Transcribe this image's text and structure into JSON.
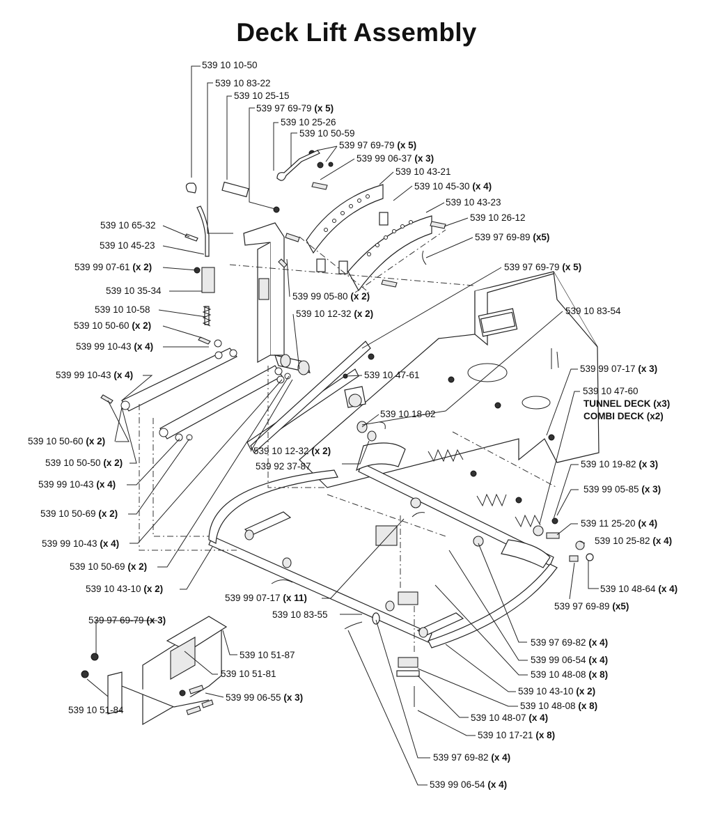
{
  "title": "Deck Lift Assembly",
  "callouts": [
    {
      "id": "c01",
      "part": "539 10 10-50",
      "qty": ""
    },
    {
      "id": "c02",
      "part": "539 10 83-22",
      "qty": ""
    },
    {
      "id": "c03",
      "part": "539 10 25-15",
      "qty": ""
    },
    {
      "id": "c04",
      "part": "539 97 69-79",
      "qty": "(x 5)"
    },
    {
      "id": "c05",
      "part": "539 10 25-26",
      "qty": ""
    },
    {
      "id": "c06",
      "part": "539 10 50-59",
      "qty": ""
    },
    {
      "id": "c07",
      "part": "539 97 69-79",
      "qty": "(x 5)"
    },
    {
      "id": "c08",
      "part": "539 99 06-37",
      "qty": "(x 3)"
    },
    {
      "id": "c09",
      "part": "539 10 43-21",
      "qty": ""
    },
    {
      "id": "c10",
      "part": "539 10 45-30",
      "qty": "(x 4)"
    },
    {
      "id": "c11",
      "part": "539 10 43-23",
      "qty": ""
    },
    {
      "id": "c12",
      "part": "539 10 26-12",
      "qty": ""
    },
    {
      "id": "c13",
      "part": "539 97 69-89",
      "qty": "(x5)"
    },
    {
      "id": "c14",
      "part": "539 10 65-32",
      "qty": ""
    },
    {
      "id": "c15",
      "part": "539 10 45-23",
      "qty": ""
    },
    {
      "id": "c16",
      "part": "539 99 07-61",
      "qty": "(x 2)"
    },
    {
      "id": "c17",
      "part": "539 10 35-34",
      "qty": ""
    },
    {
      "id": "c18",
      "part": "539 99 05-80",
      "qty": "(x 2)"
    },
    {
      "id": "c19",
      "part": "539 97 69-79",
      "qty": "(x 5)"
    },
    {
      "id": "c20",
      "part": "539 10 10-58",
      "qty": ""
    },
    {
      "id": "c21",
      "part": "539 10 12-32",
      "qty": "(x 2)"
    },
    {
      "id": "c22",
      "part": "539 10 83-54",
      "qty": ""
    },
    {
      "id": "c23",
      "part": "539 10 50-60",
      "qty": "(x 2)"
    },
    {
      "id": "c24",
      "part": "539 99 10-43",
      "qty": "(x 4)"
    },
    {
      "id": "c25",
      "part": "539 99 07-17",
      "qty": "(x 3)"
    },
    {
      "id": "c26",
      "part": "539 99 10-43",
      "qty": "(x 4)"
    },
    {
      "id": "c27",
      "part": "539 10 47-61",
      "qty": ""
    },
    {
      "id": "c28",
      "part": "539 10 47-60",
      "qty": ""
    },
    {
      "id": "c29",
      "part": "539 10 18-02",
      "qty": ""
    },
    {
      "id": "c30",
      "part": "539 10 50-60",
      "qty": "(x 2)"
    },
    {
      "id": "c31",
      "part": "539 10 12-32",
      "qty": "(x 2)"
    },
    {
      "id": "c32",
      "part": "539 10 50-50",
      "qty": "(x 2)"
    },
    {
      "id": "c33",
      "part": "539 92 37-87",
      "qty": ""
    },
    {
      "id": "c34",
      "part": "539 10 19-82",
      "qty": "(x 3)"
    },
    {
      "id": "c35",
      "part": "539 99 10-43",
      "qty": "(x 4)"
    },
    {
      "id": "c36",
      "part": "539 99 05-85",
      "qty": "(x 3)"
    },
    {
      "id": "c37",
      "part": "539 10 50-69",
      "qty": "(x 2)"
    },
    {
      "id": "c38",
      "part": "539 11 25-20",
      "qty": "(x 4)"
    },
    {
      "id": "c39",
      "part": "539 99 10-43",
      "qty": "(x 4)"
    },
    {
      "id": "c40",
      "part": "539 10 25-82",
      "qty": "(x 4)"
    },
    {
      "id": "c41",
      "part": "539 10 50-69",
      "qty": "(x 2)"
    },
    {
      "id": "c42",
      "part": "539 10 43-10",
      "qty": "(x 2)"
    },
    {
      "id": "c43",
      "part": "539 10 48-64",
      "qty": "(x 4)"
    },
    {
      "id": "c44",
      "part": "539 99 07-17",
      "qty": "(x 11)"
    },
    {
      "id": "c45",
      "part": "539 97 69-89",
      "qty": "(x5)"
    },
    {
      "id": "c46",
      "part": "539 10 83-55",
      "qty": ""
    },
    {
      "id": "c47",
      "part": "539 97 69-79",
      "qty": "(x 3)"
    },
    {
      "id": "c48",
      "part": "539 97 69-82",
      "qty": "(x 4)"
    },
    {
      "id": "c49",
      "part": "539 10 51-87",
      "qty": ""
    },
    {
      "id": "c50",
      "part": "539 99 06-54",
      "qty": "(x 4)"
    },
    {
      "id": "c51",
      "part": "539 10 51-81",
      "qty": ""
    },
    {
      "id": "c52",
      "part": "539 10 48-08",
      "qty": "(x 8)"
    },
    {
      "id": "c53",
      "part": "539 99 06-55",
      "qty": "(x 3)"
    },
    {
      "id": "c54",
      "part": "539 10 43-10",
      "qty": "(x 2)"
    },
    {
      "id": "c55",
      "part": "539 10 51-84",
      "qty": ""
    },
    {
      "id": "c56",
      "part": "539 10 48-08",
      "qty": "(x 8)"
    },
    {
      "id": "c57",
      "part": "539 10 48-07",
      "qty": "(x 4)"
    },
    {
      "id": "c58",
      "part": "539 10 17-21",
      "qty": "(x 8)"
    },
    {
      "id": "c59",
      "part": "539 97 69-82",
      "qty": "(x 4)"
    },
    {
      "id": "c60",
      "part": "539 99 06-54",
      "qty": "(x 4)"
    }
  ],
  "deck_notes": [
    "TUNNEL DECK (x3)",
    "COMBI DECK (x2)"
  ]
}
